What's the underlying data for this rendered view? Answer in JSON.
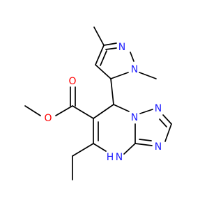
{
  "molecule": {
    "atom_labels": {
      "n_pyrazole_a": "N",
      "n_pyrazole_b": "N",
      "n_triazole_a": "N",
      "n_triazole_b": "N",
      "n_triazole_c": "N",
      "nh_ring": "N",
      "nh_h": "H",
      "o_carbonyl": "O",
      "o_ester": "O"
    },
    "colors": {
      "bond": "#000000",
      "nitrogen": "#1f1fff",
      "oxygen": "#ff0000",
      "background": "#ffffff"
    }
  }
}
